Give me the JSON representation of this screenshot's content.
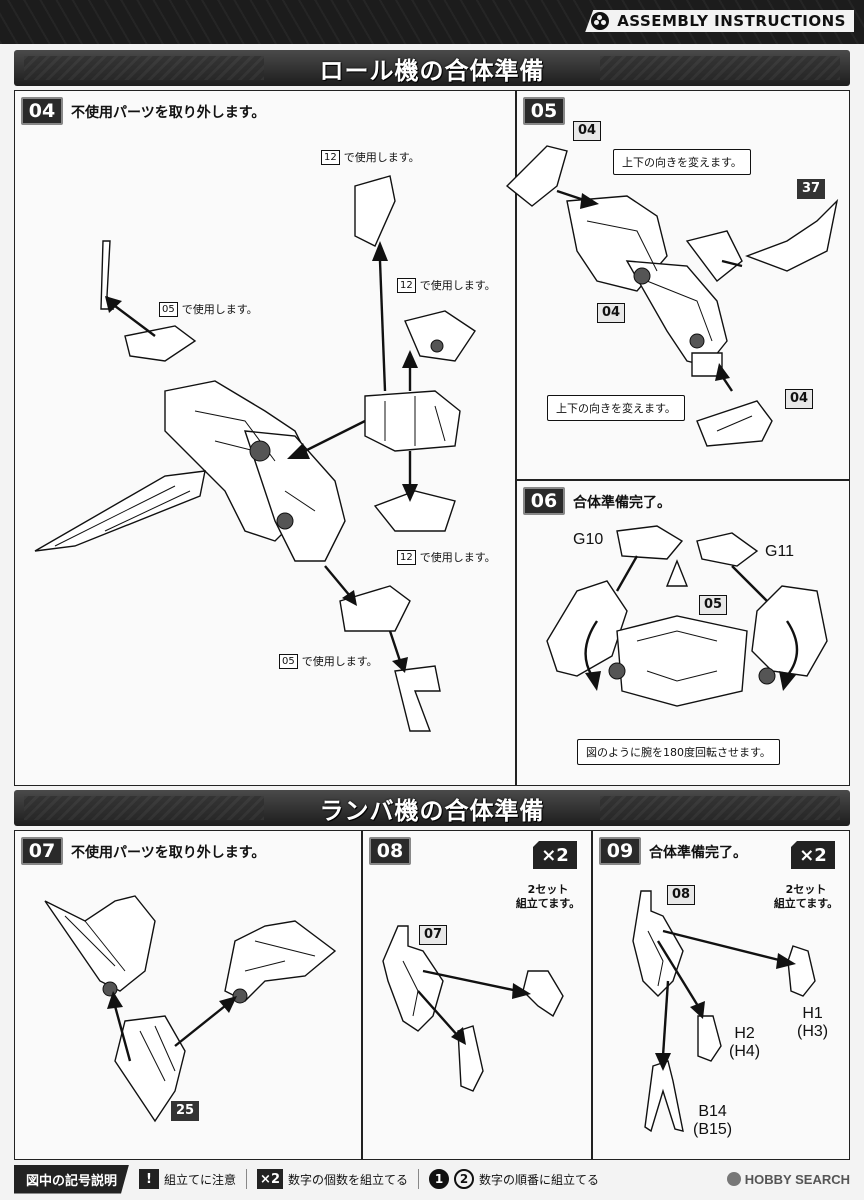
{
  "header": {
    "assembly_title": "ASSEMBLY INSTRUCTIONS"
  },
  "sections": {
    "roll_title": "ロール機の合体準備",
    "lamba_title": "ランバ機の合体準備"
  },
  "step04": {
    "num": "04",
    "title": "不使用パーツを取り外します。",
    "refs": [
      {
        "num": "12",
        "text": "で使用します。"
      },
      {
        "num": "12",
        "text": "で使用します。"
      },
      {
        "num": "05",
        "text": "で使用します。"
      },
      {
        "num": "12",
        "text": "で使用します。"
      },
      {
        "num": "05",
        "text": "で使用します。"
      }
    ]
  },
  "step05": {
    "num": "05",
    "badges": [
      "04",
      "37",
      "04",
      "04"
    ],
    "callout_top": "上下の向きを変えます。",
    "callout_bottom": "上下の向きを変えます。"
  },
  "step06": {
    "num": "06",
    "title": "合体準備完了。",
    "label_left": "G10",
    "label_right": "G11",
    "badge": "05",
    "callout": "図のように腕を180度回転させます。"
  },
  "step07": {
    "num": "07",
    "title": "不使用パーツを取り外します。",
    "badge": "25"
  },
  "step08": {
    "num": "08",
    "multiplier": "×2",
    "note_line1": "2セット",
    "note_line2": "組立てます。",
    "badge": "07"
  },
  "step09": {
    "num": "09",
    "title": "合体準備完了。",
    "multiplier": "×2",
    "note_line1": "2セット",
    "note_line2": "組立てます。",
    "badge": "08",
    "h1": "H1",
    "h3": "(H3)",
    "h2": "H2",
    "h4": "(H4)",
    "b14": "B14",
    "b15": "(B15)"
  },
  "legend": {
    "title": "図中の記号説明",
    "caution_symbol": "!",
    "caution_text": "組立てに注意",
    "x2_symbol": "×2",
    "x2_text": "数字の個数を組立てる",
    "circle1": "1",
    "circle2": "2",
    "order_text": "数字の順番に組立てる",
    "watermark": "HOBBY SEARCH"
  }
}
